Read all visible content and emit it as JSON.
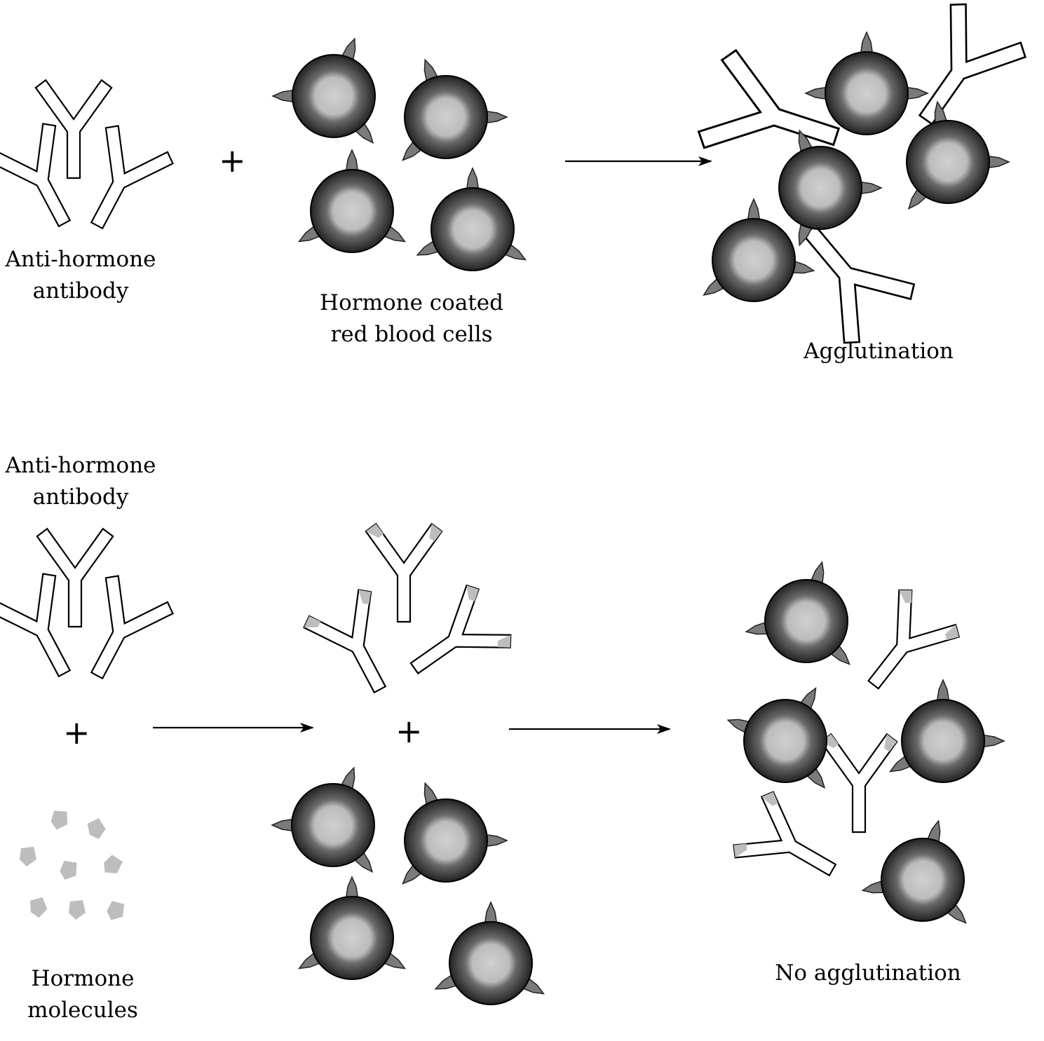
{
  "diagram": {
    "top_row": {
      "antibody_label": [
        "Anti-hormone",
        "antibody"
      ],
      "plus": "+",
      "cells_label": [
        "Hormone coated",
        "red blood cells"
      ],
      "result_label": "Agglutination"
    },
    "bottom_row": {
      "antibody_label": [
        "Anti-hormone",
        "antibody"
      ],
      "plus_left": "+",
      "plus_middle": "+",
      "molecules_label": [
        "Hormone",
        "molecules"
      ],
      "result_label": "No  agglutination"
    }
  },
  "colors": {
    "cell_dark": "#222222",
    "cell_mid": "#6a6a6a",
    "cell_center": "#c8c8c8",
    "spike": "#7a7a7a",
    "hormone": "#bdbdbd",
    "stroke": "#000000"
  },
  "icons": [
    "antibody-icon",
    "red-blood-cell-icon",
    "hormone-molecule-icon",
    "arrow-icon"
  ]
}
